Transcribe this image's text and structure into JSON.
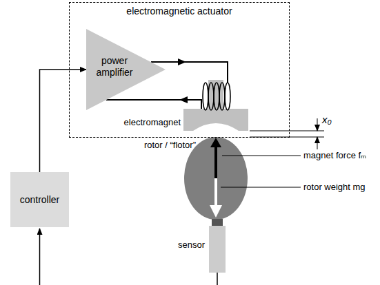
{
  "diagram": {
    "nodes": [
      {
        "text": [
          "electromagnetic actuator"
        ]
      },
      {
        "text": [
          "power amplifier"
        ],
        "in": 0
      },
      {
        "text": [
          "controller"
        ]
      },
      {
        "text": [
          "sensor"
        ]
      }
    ],
    "edges": [
      {
        "from": 2,
        "to": 1,
        "arrow": "to"
      }
    ],
    "labels": [
      "electromagnet",
      "x₀",
      "rotor / “flotor”",
      "magnet force fₘ",
      "rotor weight mg"
    ]
  }
}
